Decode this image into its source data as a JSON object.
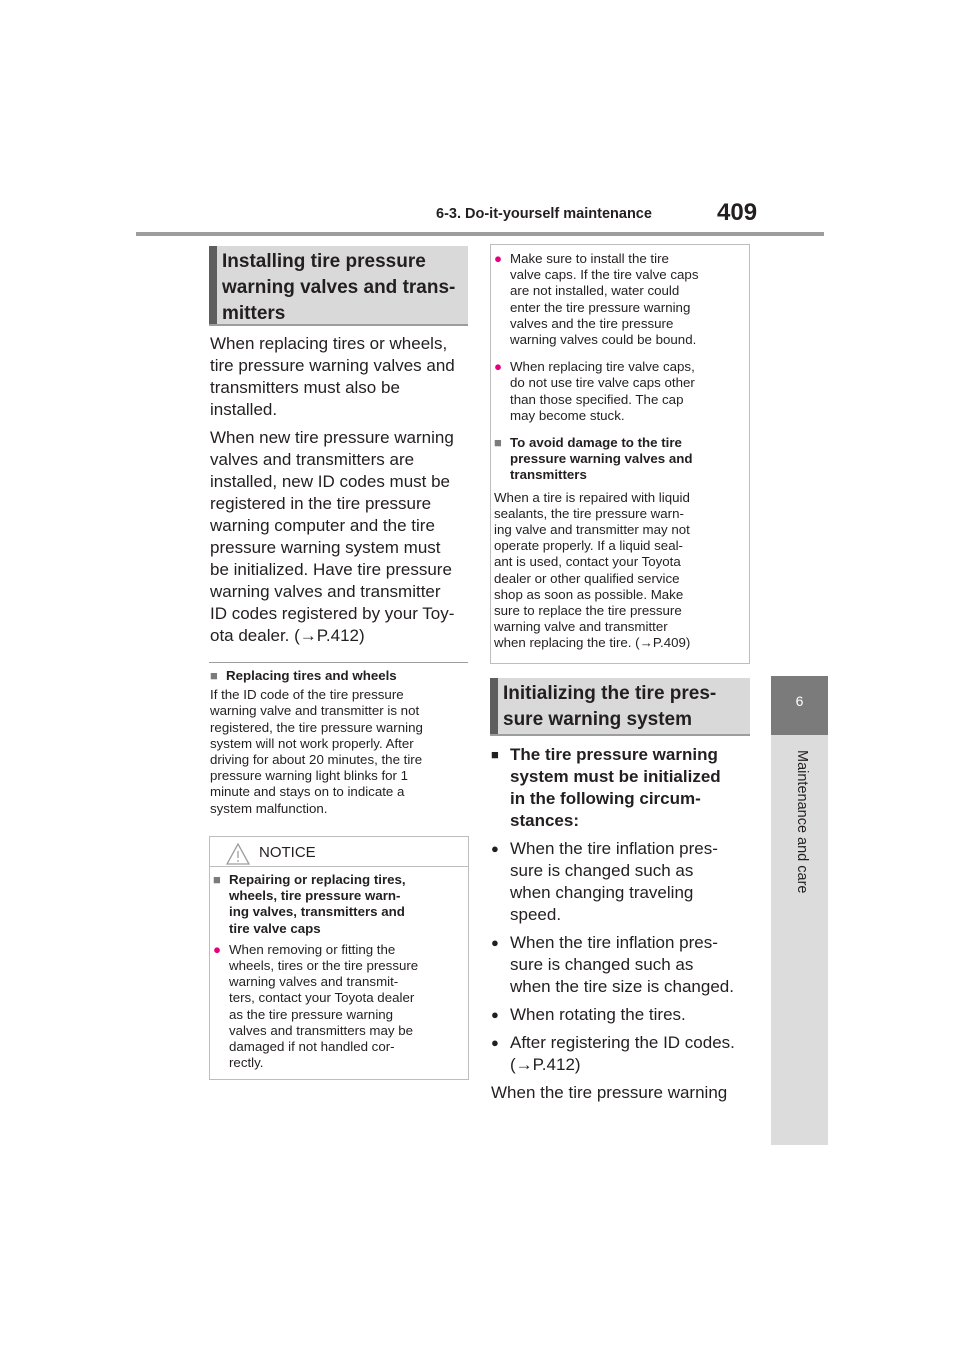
{
  "header": {
    "section": "6-3. Do-it-yourself maintenance",
    "page_number": "409"
  },
  "side_tab": {
    "number": "6",
    "label": "Maintenance and care"
  },
  "left": {
    "heading": [
      "Installing tire pressure",
      "warning valves and trans-",
      "mitters"
    ],
    "para1": [
      "When replacing tires or wheels,",
      "tire pressure warning valves and",
      "transmitters must also be",
      "installed."
    ],
    "para2": [
      "When new tire pressure warning",
      "valves and transmitters are",
      "installed, new ID codes must be",
      "registered in the tire pressure",
      "warning computer and the tire",
      "pressure warning system must",
      "be initialized. Have tire pressure",
      "warning valves and transmitter",
      "ID codes registered by your Toy-",
      "ota dealer. (→P.412)"
    ],
    "replacing_title": "Replacing tires and wheels",
    "replacing_body": [
      "If the ID code of the tire pressure",
      "warning valve and transmitter is not",
      "registered, the tire pressure warning",
      "system will not work properly. After",
      "driving for about 20 minutes, the tire",
      "pressure warning light blinks for 1",
      "minute and stays on to indicate a",
      "system malfunction."
    ],
    "notice": {
      "label": "NOTICE",
      "title": [
        "Repairing or replacing tires,",
        "wheels, tire pressure warn-",
        "ing valves, transmitters and",
        "tire valve caps"
      ],
      "bullet": [
        "When removing or fitting the",
        "wheels, tires or the tire pressure",
        "warning valves and transmit-",
        "ters, contact your Toyota dealer",
        "as the tire pressure warning",
        "valves and transmitters may be",
        "damaged if not handled cor-",
        "rectly."
      ]
    }
  },
  "right": {
    "notice_cont": {
      "bullet1": [
        "Make sure to install the tire",
        "valve caps. If the tire valve caps",
        "are not installed, water could",
        "enter the tire pressure warning",
        "valves and the tire pressure",
        "warning valves could be bound."
      ],
      "bullet2": [
        "When replacing tire valve caps,",
        "do not use tire valve caps other",
        "than those specified. The cap",
        "may become stuck."
      ],
      "damage_title": [
        "To avoid damage to the tire",
        "pressure warning valves and",
        "transmitters"
      ],
      "damage_body": [
        "When a tire is repaired with liquid",
        "sealants, the tire pressure warn-",
        "ing valve and transmitter may not",
        "operate properly. If a liquid seal-",
        "ant is used, contact your Toyota",
        "dealer or other qualified service",
        "shop as soon as possible. Make",
        "sure to replace the tire pressure",
        "warning valve and transmitter",
        "when replacing the tire. (→P.409)"
      ]
    },
    "heading": [
      "Initializing the tire pres-",
      "sure warning system"
    ],
    "must_title": [
      "The tire pressure warning",
      "system must be initialized",
      "in the following circum-",
      "stances:"
    ],
    "bullets": [
      [
        "When the tire inflation pres-",
        "sure is changed such as",
        "when changing traveling",
        "speed."
      ],
      [
        "When the tire inflation pres-",
        "sure is changed such as",
        "when the tire size is changed."
      ],
      [
        "When rotating the tires."
      ],
      [
        "After registering the ID codes.",
        "(→P.412)"
      ]
    ],
    "last_line": "When the tire pressure warning"
  }
}
